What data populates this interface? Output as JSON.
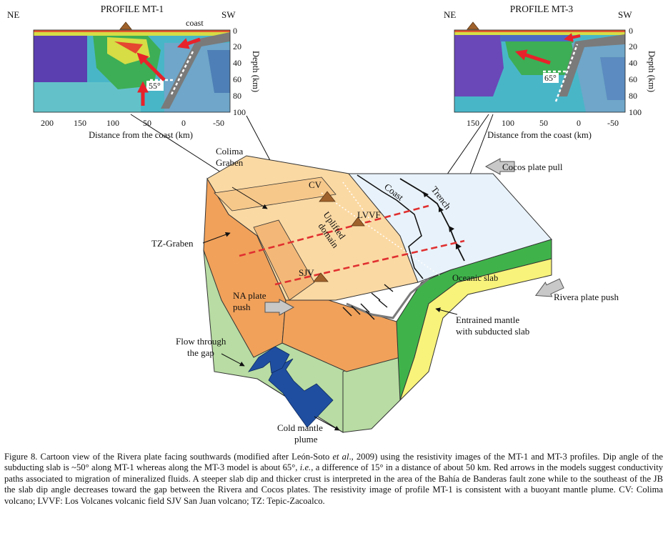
{
  "panels": {
    "mt1": {
      "title": "PROFILE MT-1",
      "ne": "NE",
      "sw": "SW",
      "coast": "coast",
      "dip": "55°",
      "x_ticks": [
        "200",
        "150",
        "100",
        "50",
        "0",
        "-50"
      ],
      "y_ticks": [
        "0",
        "20",
        "40",
        "60",
        "80",
        "100"
      ],
      "xlabel": "Distance from the coast (km)",
      "ylabel": "Depth (km)"
    },
    "mt3": {
      "title": "PROFILE MT-3",
      "ne": "NE",
      "sw": "SW",
      "dip": "65°",
      "x_ticks": [
        "150",
        "100",
        "50",
        "0",
        "-50"
      ],
      "y_ticks": [
        "0",
        "20",
        "40",
        "60",
        "80",
        "100"
      ],
      "xlabel": "Distance from the coast (km)",
      "ylabel": "Depth (km)"
    }
  },
  "labels": {
    "colima_graben_1": "Colima",
    "colima_graben_2": "Graben",
    "cv": "CV",
    "lvvf": "LVVF",
    "uplifted_1": "Uplifted",
    "uplifted_2": "domain",
    "coast": "Coast",
    "trench": "Trench",
    "cocos_pull": "Cocos plate pull",
    "tz_graben": "TZ-Graben",
    "sjv": "SJV",
    "na_push_1": "NA plate",
    "na_push_2": "push",
    "oceanic_slab": "Oceanic slab",
    "rivera_push": "Rivera plate push",
    "entrained_1": "Entrained mantle",
    "entrained_2": "with subducted slab",
    "flow_1": "Flow through",
    "flow_2": "the gap",
    "cold_1": "Cold mantle",
    "cold_2": "plume"
  },
  "caption": {
    "part1": "Figure 8. Cartoon view of the Rivera plate facing southwards (modified after León-Soto ",
    "etal": "et al",
    "part2": "., 2009) using the resistivity images of the MT-1 and MT-3 profiles. Dip angle of the subducting slab is ~50° along MT-1 whereas along the MT-3 model is about 65°, ",
    "ie": "i.e.",
    "part3": ", a difference of 15° in a distance of about 50 km. Red arrows in the models suggest conductivity paths associated to migration of mineralized fluids. A steeper slab dip and thicker crust is interpreted in the area of the Bahía de Banderas fault zone while to the southeast of the JB the slab dip angle decreases toward the gap between the Rivera and Cocos plates. The resistivity image of profile MT-1 is consistent with a buoyant mantle plume. CV: Colima volcano; LVVF: Los Volcanes volcanic field SJV San Juan volcano; TZ: Tepic-Zacoalco."
  },
  "colors": {
    "resistive": "#5b3fb0",
    "intermediate": "#49b6c8",
    "conductive": "#33b34a",
    "very_conductive": "#e8222a",
    "slab_model": "#7a7a7a",
    "block_top": "#fbd9a3",
    "block_side": "#f1a15a",
    "oceanic_plate": "#e8f2fa",
    "oceanic_slab": "#3fb34a",
    "entrained_mantle": "#f8f37a",
    "mantle": "#b8dca3",
    "plume": "#1f4ea0",
    "profile_line": "#e03030",
    "arrow": "#c8c8c8"
  }
}
